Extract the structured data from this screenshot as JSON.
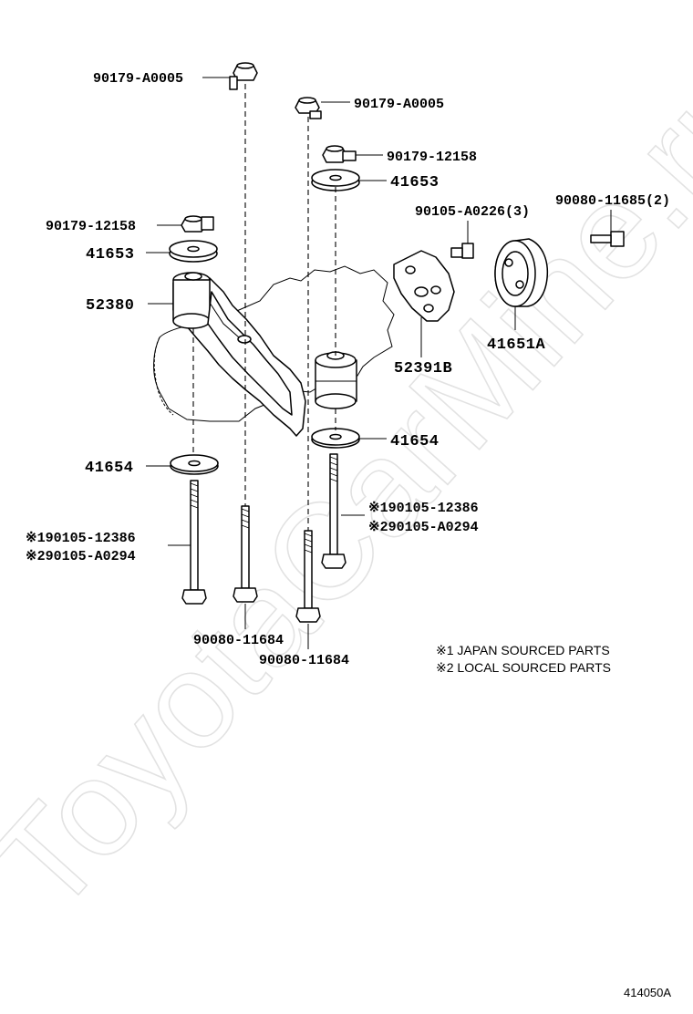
{
  "watermark": "ToyotaCarMine.ru",
  "reference": "414050A",
  "notes": [
    "※1 JAPAN SOURCED PARTS",
    "※2 LOCAL SOURCED PARTS"
  ],
  "labels": {
    "p90179_a0005_left": "90179-A0005",
    "p90179_a0005_right": "90179-A0005",
    "p90179_12158_right": "90179-12158",
    "p90179_12158_left": "90179-12158",
    "p41653_right": "41653",
    "p41653_left": "41653",
    "p90105_a0226": "90105-A0226(3)",
    "p90080_11685": "90080-11685(2)",
    "p52380": "52380",
    "p52391b": "52391B",
    "p41651a": "41651A",
    "p41654_right": "41654",
    "p41654_left": "41654",
    "p90105_12386_right": "※190105-12386",
    "p90105_a0294_right": "※290105-A0294",
    "p90105_12386_left": "※190105-12386",
    "p90105_a0294_left": "※290105-A0294",
    "p90080_11684_left": "90080-11684",
    "p90080_11684_right": "90080-11684"
  }
}
